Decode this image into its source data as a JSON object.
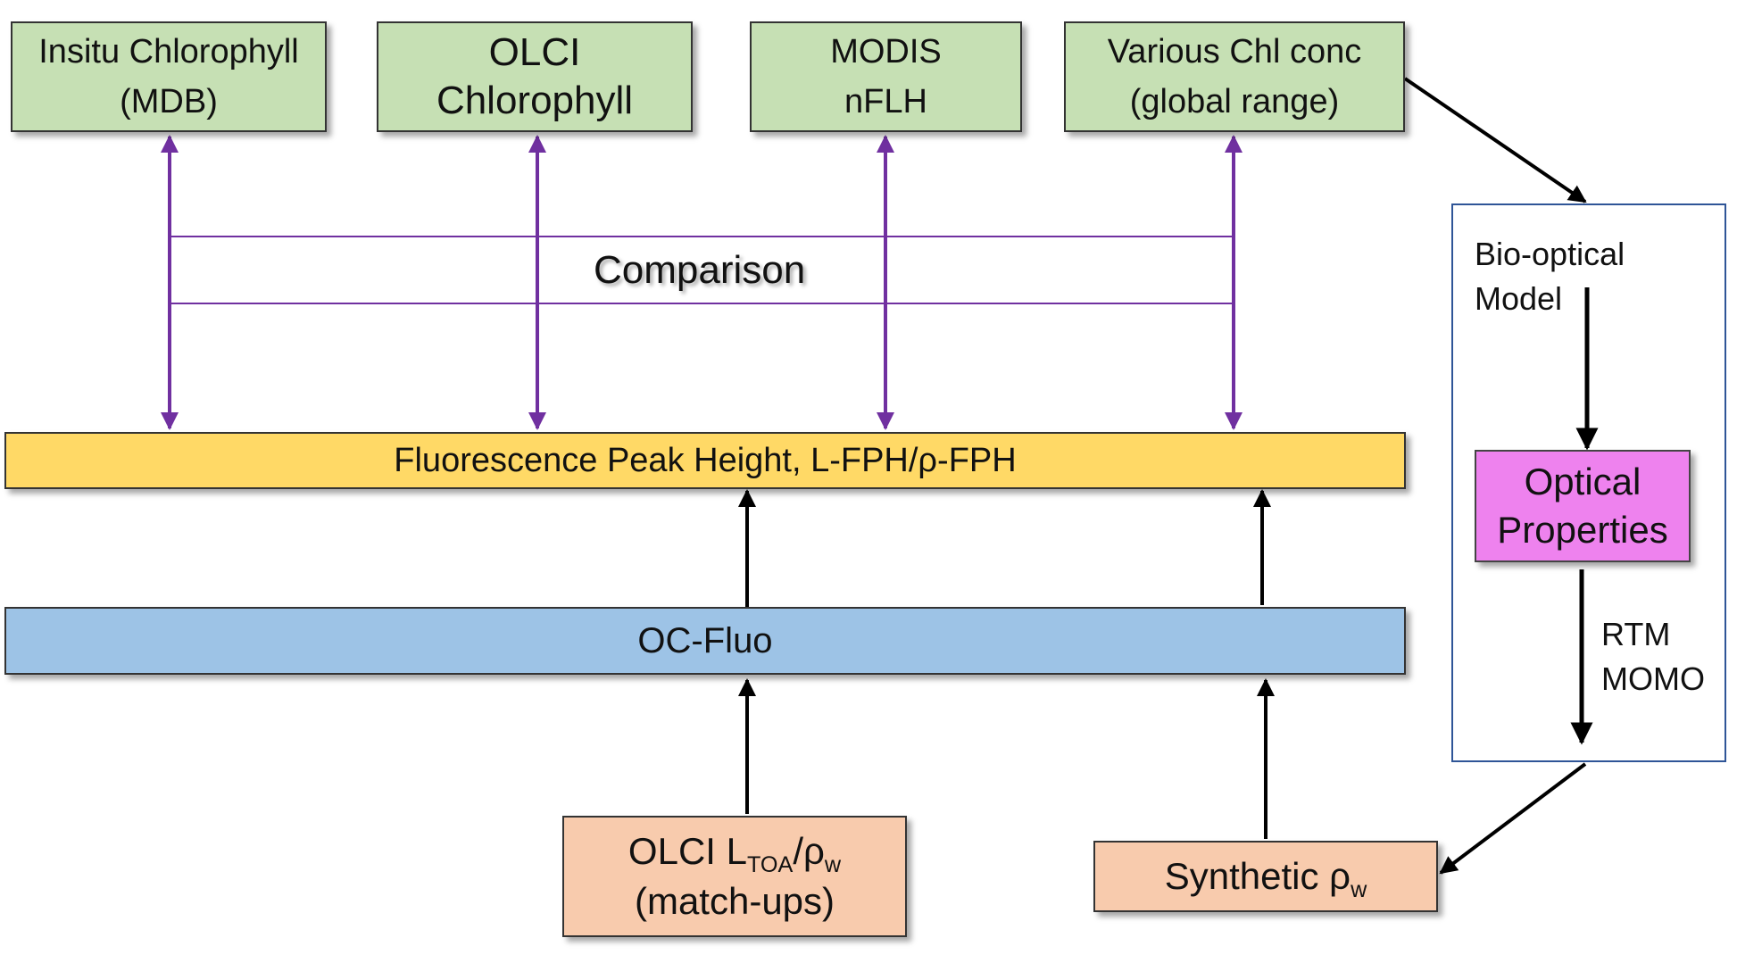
{
  "top_boxes": {
    "insitu": {
      "line1": "Insitu Chlorophyll",
      "line2": "(MDB)"
    },
    "olci": {
      "line1": "OLCI",
      "line2": "Chlorophyll"
    },
    "modis": {
      "line1": "MODIS",
      "line2": "nFLH"
    },
    "various": {
      "line1": "Various Chl conc",
      "line2": "(global range)"
    }
  },
  "comparison_label": "Comparison",
  "fph_bar": "Fluorescence Peak Height, L-FPH/ρ-FPH",
  "ocfluo_bar": "OC-Fluo",
  "olci_input": {
    "main": "OLCI L",
    "sub1": "TOA",
    "mid": "/ρ",
    "sub2": "w",
    "line2": "(match-ups)"
  },
  "synthetic": {
    "main": "Synthetic ρ",
    "sub": "w"
  },
  "side_panel": {
    "bio_optical_line1": "Bio-optical",
    "bio_optical_line2": "Model",
    "optical_line1": "Optical",
    "optical_line2": "Properties",
    "rtm_line1": "RTM",
    "rtm_line2": "MOMO"
  },
  "colors": {
    "green_box": "#c6e0b4",
    "orange_box": "#f8cbad",
    "yellow_bar": "#ffd966",
    "blue_bar": "#9dc3e6",
    "magenta_box": "#ee82ee",
    "purple_arrow": "#7030a0",
    "panel_border": "#2f5597"
  }
}
